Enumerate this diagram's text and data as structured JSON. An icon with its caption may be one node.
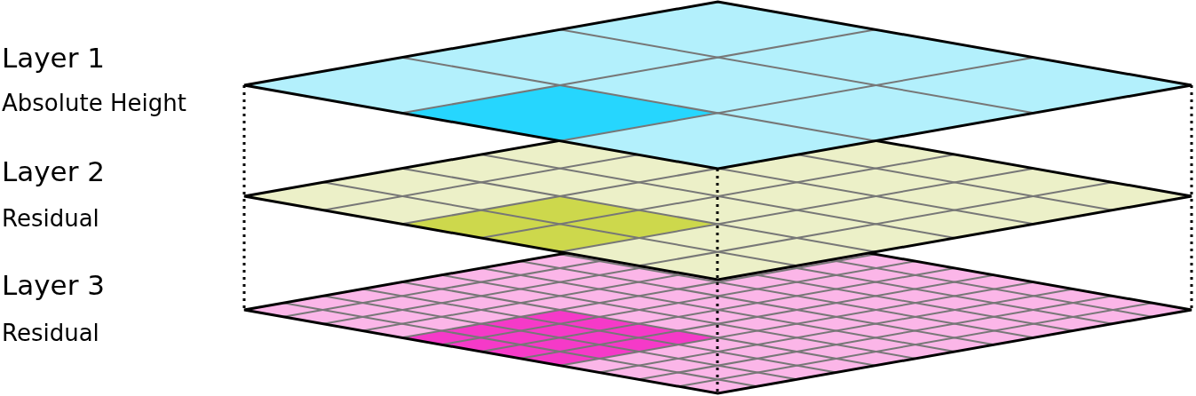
{
  "diagram": {
    "labels": [
      "Layer 1",
      "Absolute Height",
      "Layer 2",
      "Residual",
      "Layer 3",
      "Residual"
    ]
  }
}
